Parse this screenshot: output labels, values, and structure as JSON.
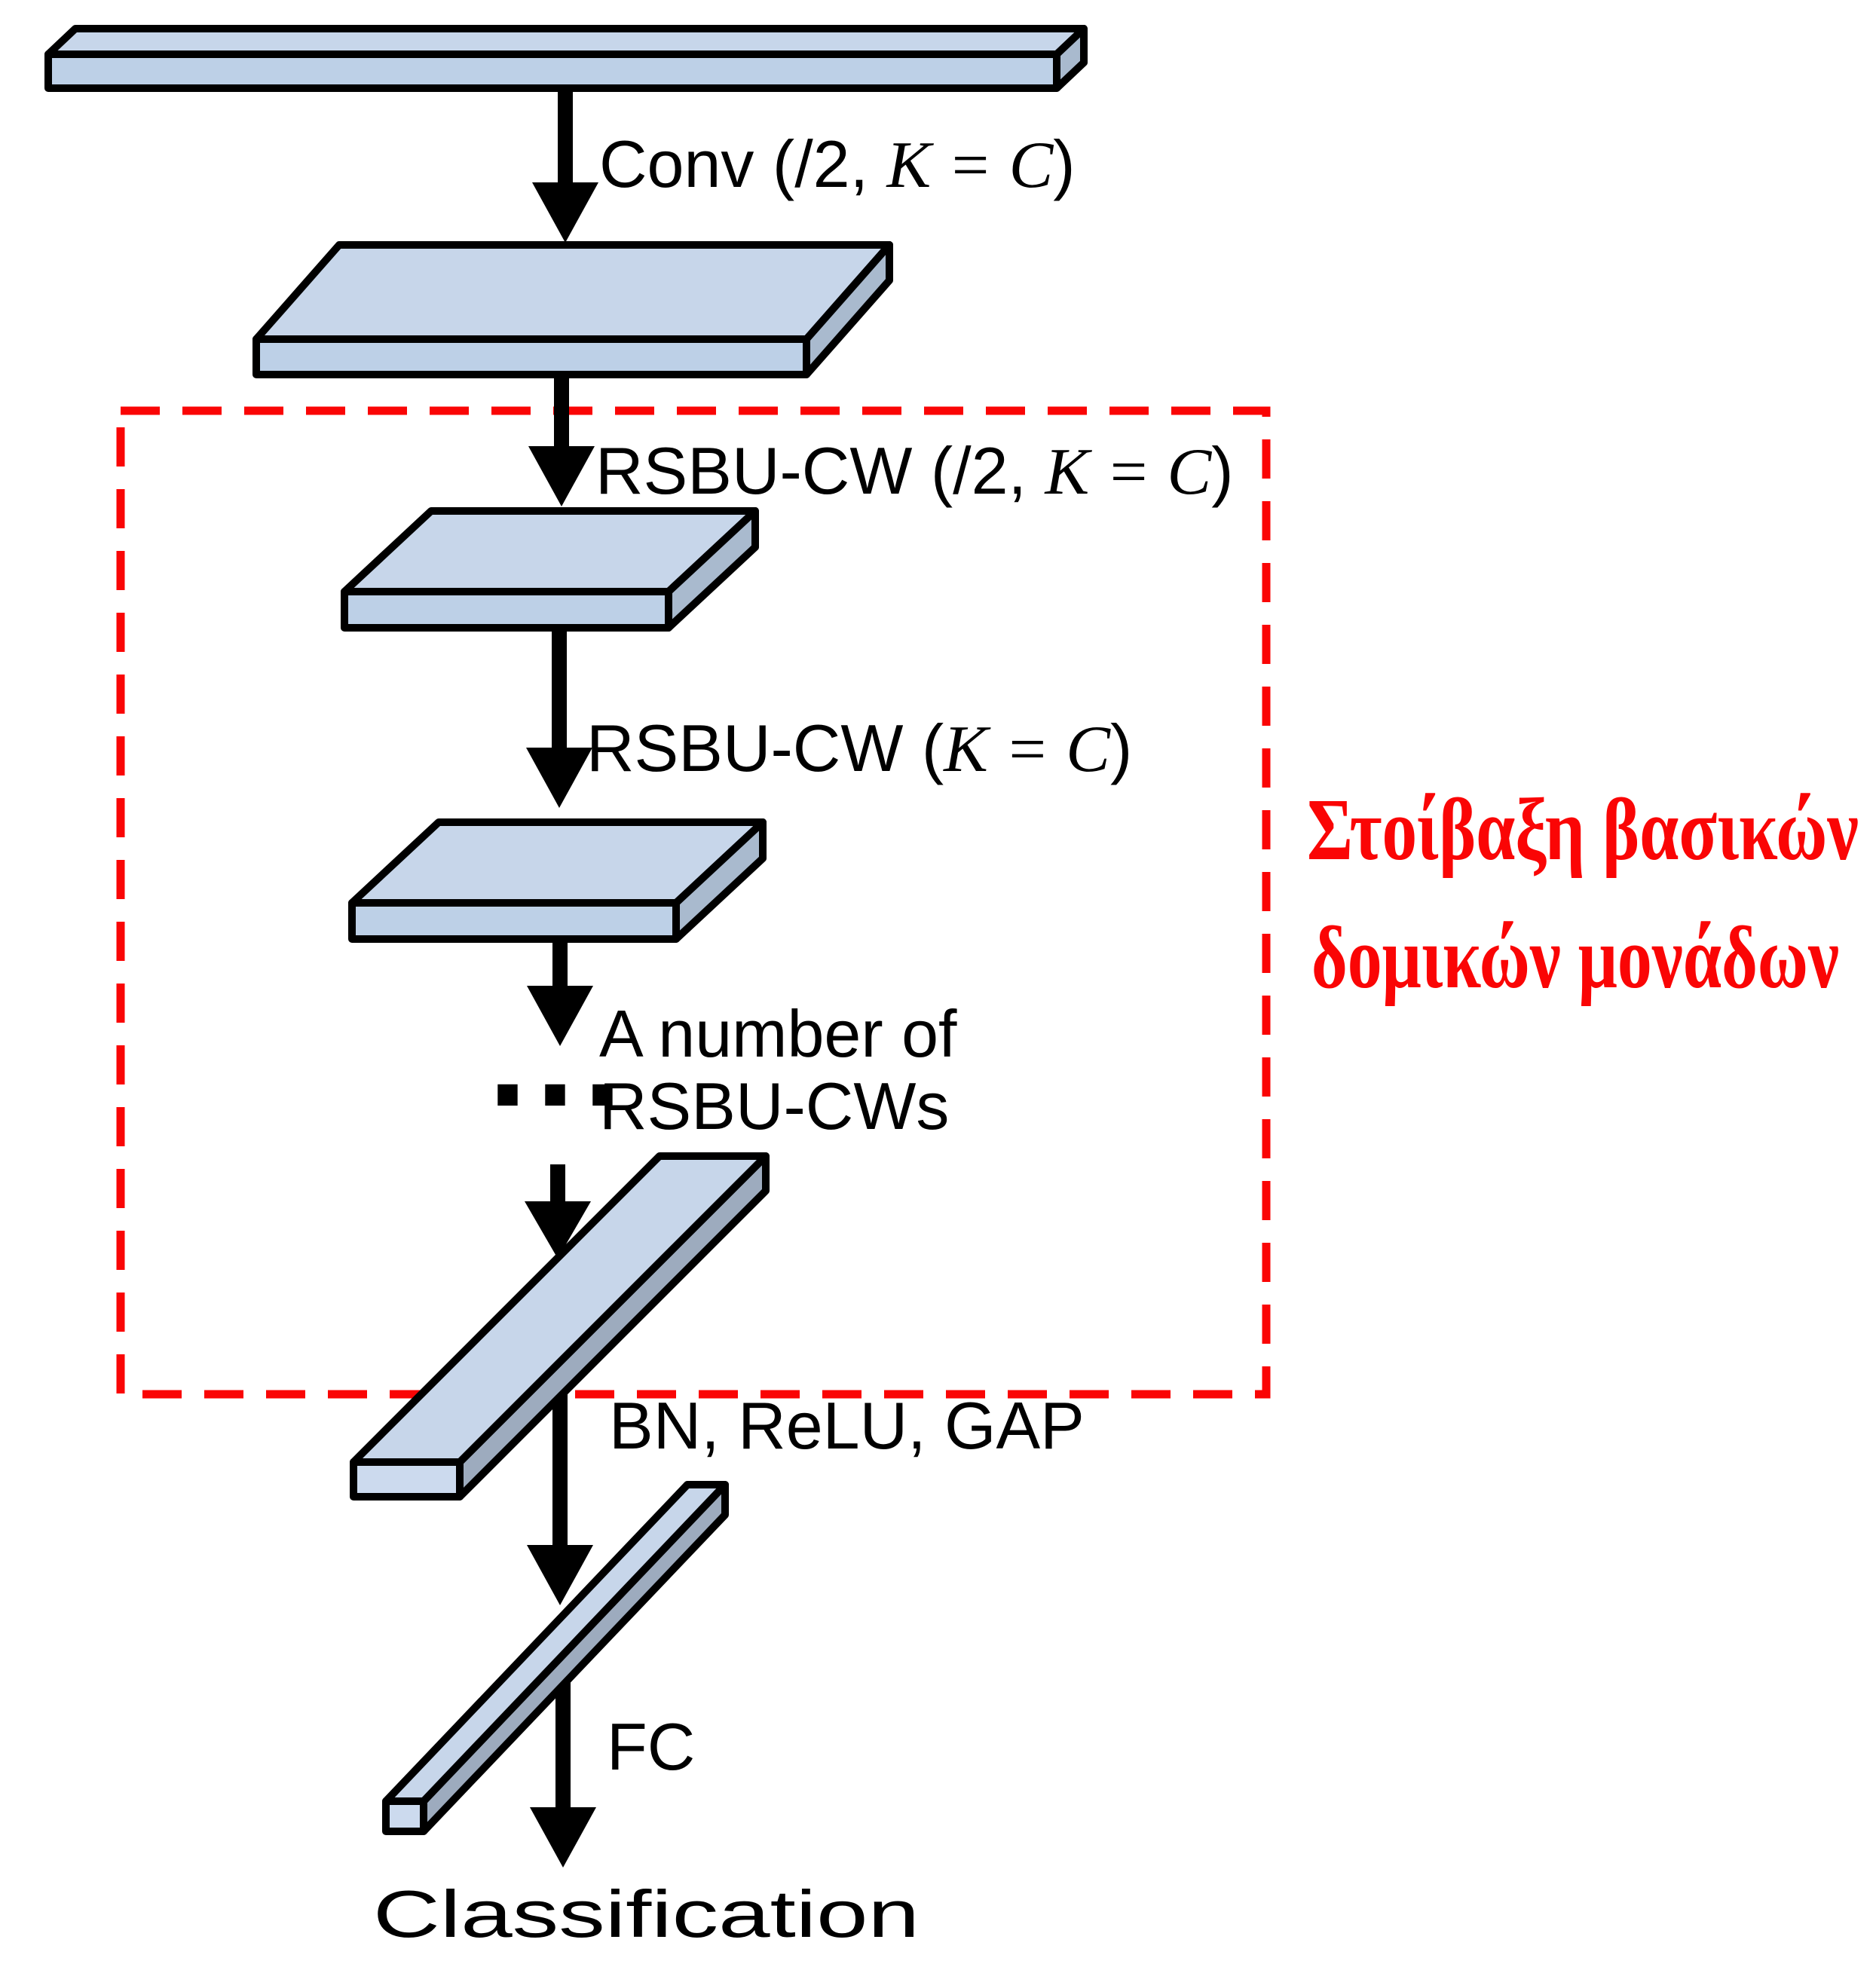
{
  "figure": {
    "kind": "neural-network-architecture-diagram",
    "background": "#ffffff"
  },
  "colors": {
    "accent_red": "#fa0505",
    "outline": "#000000",
    "face_top": "#c7d6ea",
    "face_front": "#bdd0e7",
    "face_side": "#a9bace",
    "bar_side_gray": "#9dabbe",
    "bar_end": "#ccdaee",
    "label_text": "#000000"
  },
  "labels": {
    "conv": {
      "pre": "Conv (/2, ",
      "math": "K = C",
      "post": ")"
    },
    "rsbu_downsample": {
      "pre": "RSBU-CW (/2, ",
      "math": "K = C",
      "post": ")"
    },
    "rsbu": {
      "pre": "RSBU-CW (",
      "math": "K = C",
      "post": ")"
    },
    "stack_count": "A number of",
    "ellipsis": "···",
    "stack_units": "RSBU-CWs",
    "bn_relu_gap": "BN, ReLU, GAP",
    "fc": "FC",
    "classification": "Classification"
  },
  "annotation": {
    "line1": "Στοίβαξη βασικών",
    "line2": "δομικών μονάδων"
  }
}
